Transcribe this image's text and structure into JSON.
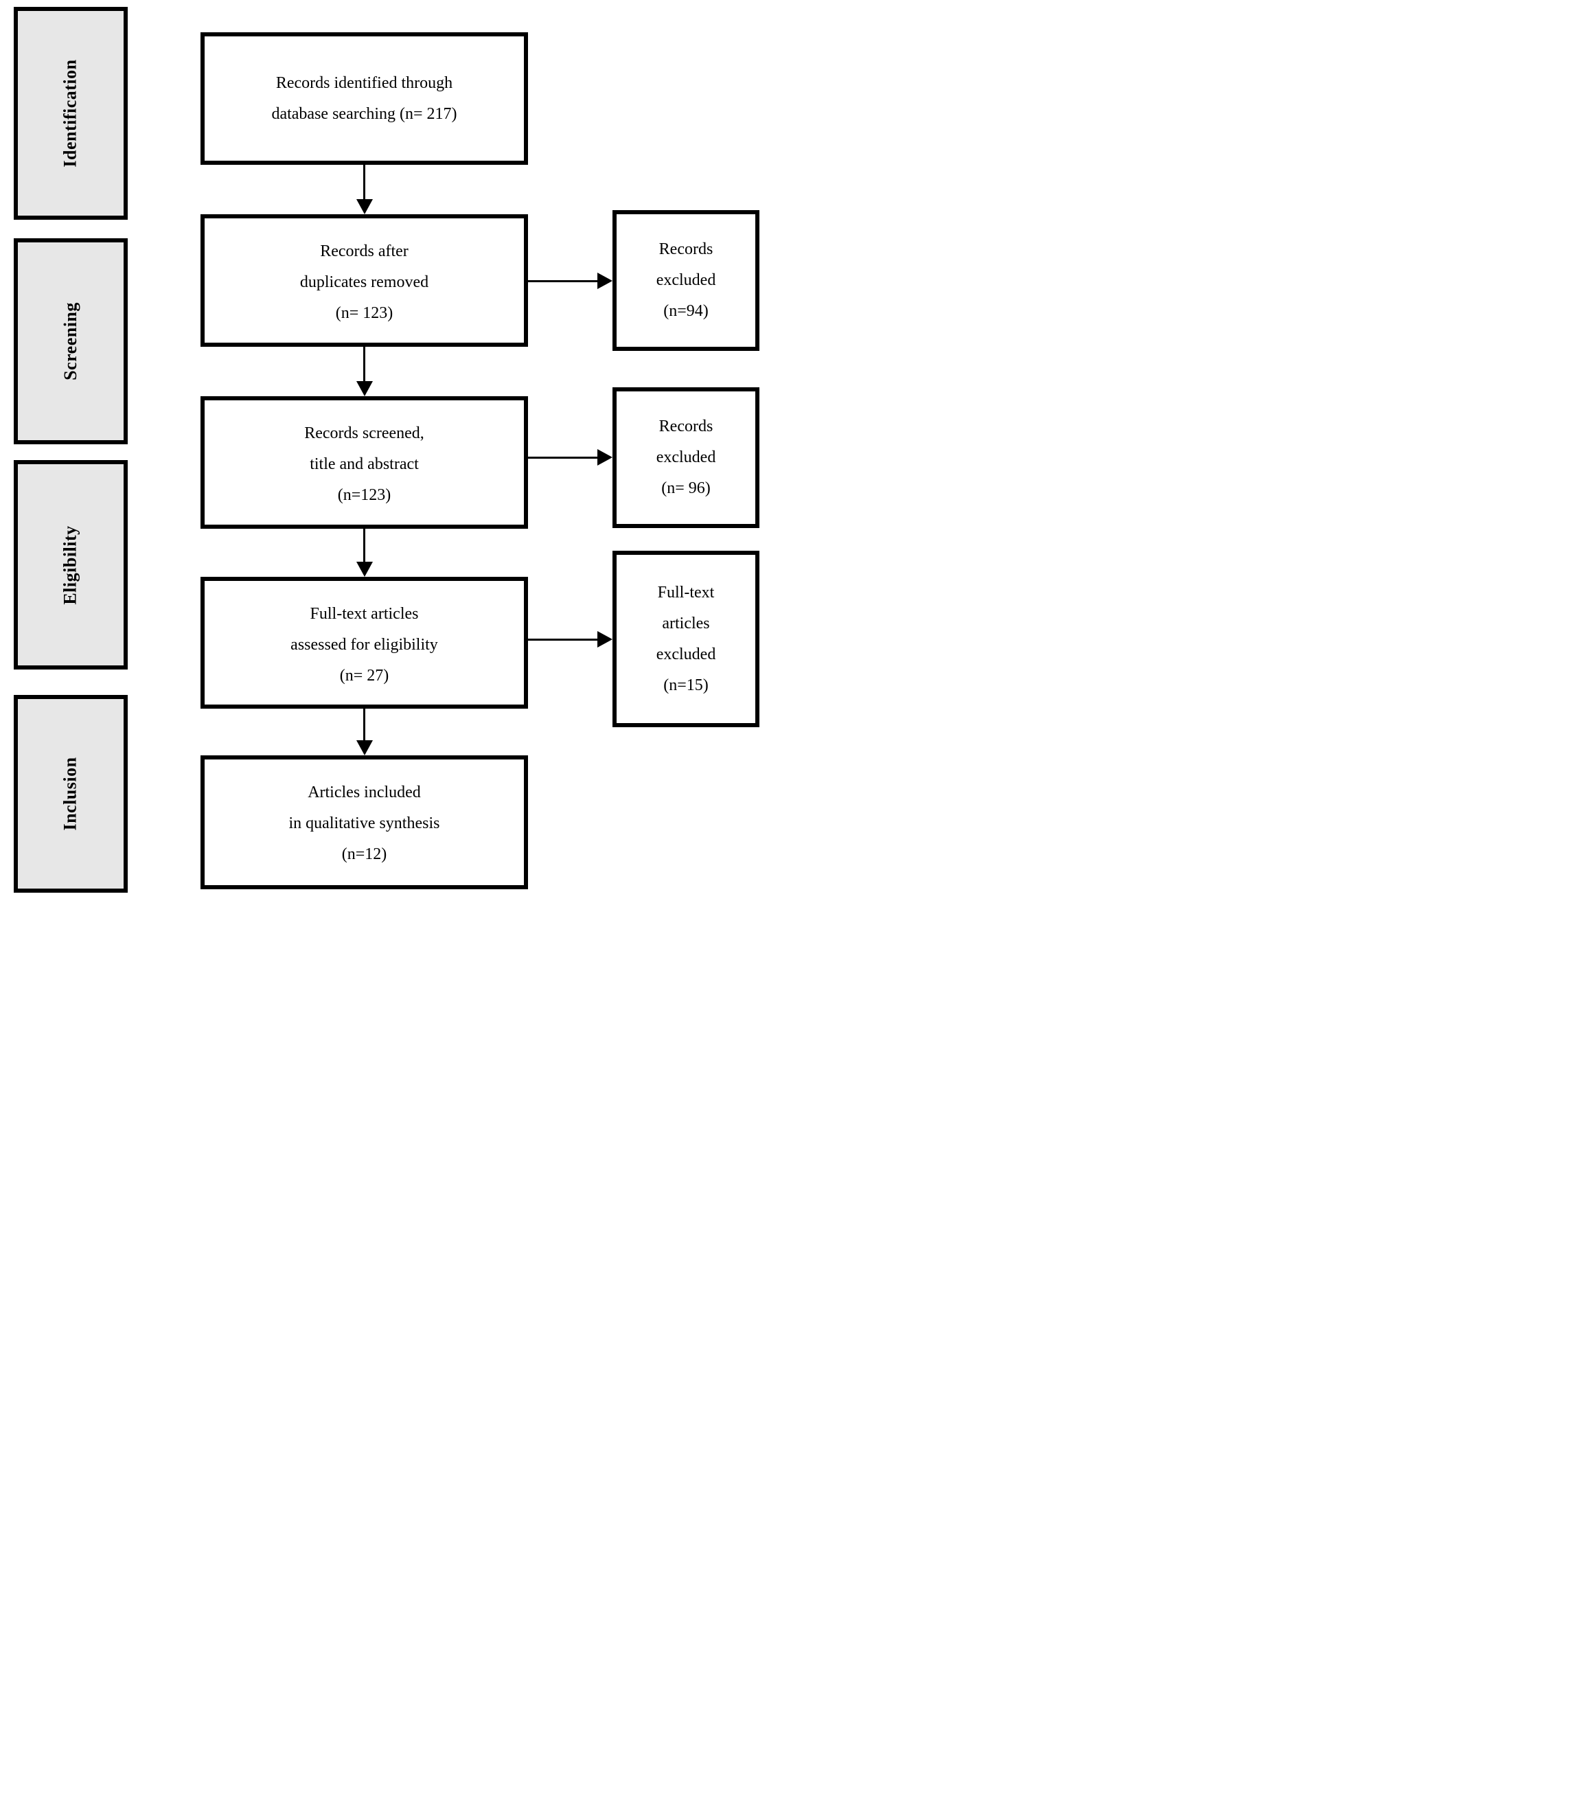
{
  "diagram": {
    "type": "prisma-flow",
    "colors": {
      "background": "#ffffff",
      "stage_fill": "#e7e7e7",
      "box_fill": "#ffffff",
      "line": "#000000"
    },
    "sidebar": {
      "stages": [
        {
          "label": "Identification"
        },
        {
          "label": "Screening"
        },
        {
          "label": "Eligibility"
        },
        {
          "label": "Inclusion"
        }
      ]
    },
    "flow": {
      "boxes": [
        {
          "lines": [
            "Records identified through",
            "database searching (n= 217)"
          ]
        },
        {
          "lines": [
            "Records after",
            "duplicates removed",
            "(n= 123)"
          ]
        },
        {
          "lines": [
            "Records screened,",
            "title and abstract",
            "(n=123)"
          ]
        },
        {
          "lines": [
            "Full-text articles",
            "assessed for eligibility",
            "(n= 27)"
          ]
        },
        {
          "lines": [
            "Articles included",
            "in qualitative synthesis",
            "(n=12)"
          ]
        }
      ]
    },
    "excluded": {
      "boxes": [
        {
          "lines": [
            "Records",
            "excluded",
            "(n=94)"
          ]
        },
        {
          "lines": [
            "Records",
            "excluded",
            "(n= 96)"
          ]
        },
        {
          "lines": [
            "Full-text",
            "articles",
            "excluded",
            "(n=15)"
          ]
        }
      ]
    }
  }
}
